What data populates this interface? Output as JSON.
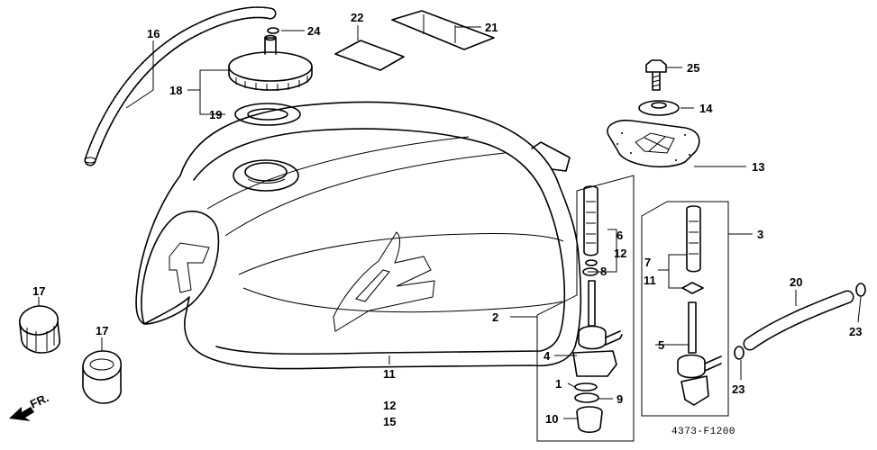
{
  "diagram": {
    "diagram_code": "4373-F1200",
    "direction_label": "FR.",
    "callouts": {
      "c1": "1",
      "c2": "2",
      "c3": "3",
      "c4": "4",
      "c5": "5",
      "c6": "6",
      "c7": "7",
      "c8": "8",
      "c9": "9",
      "c10": "10",
      "c11a": "11",
      "c11b": "11",
      "c12a": "12",
      "c12b": "12",
      "c13": "13",
      "c14": "14",
      "c15": "15",
      "c16": "16",
      "c17a": "17",
      "c17b": "17",
      "c18": "18",
      "c19": "19",
      "c20": "20",
      "c21": "21",
      "c22": "22",
      "c23a": "23",
      "c23b": "23",
      "c24": "24",
      "c25": "25"
    },
    "colors": {
      "ink": "#000000",
      "paper": "#ffffff"
    }
  }
}
